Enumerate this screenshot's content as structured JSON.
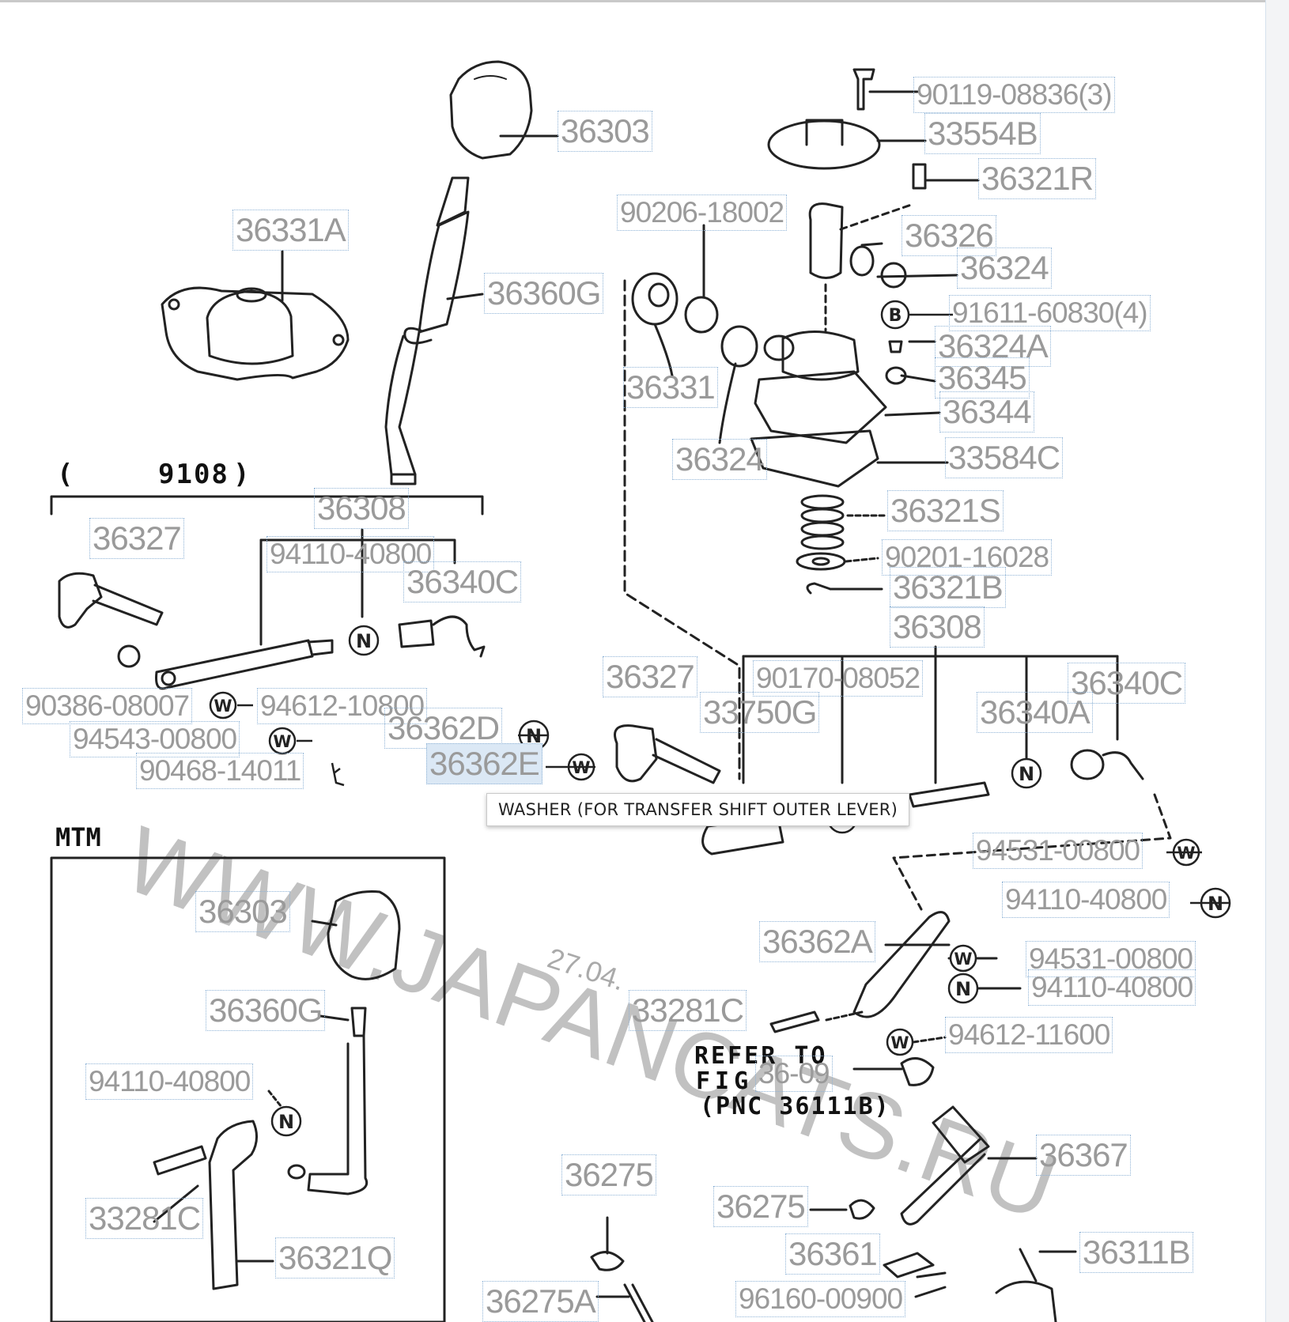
{
  "bracket_label": "9108",
  "section_label": "MTM",
  "refer_note": {
    "line1": "REFER TO",
    "line2": "FIG",
    "line3": "(PNC 36111B)"
  },
  "watermark": "WWW.JAPANCATS.RU",
  "date_stamp": "27.04.",
  "tooltip": "WASHER (FOR TRANSFER SHIFT OUTER LEVER)",
  "parts": [
    {
      "id": "p1",
      "text": "36303"
    },
    {
      "id": "p2",
      "text": "36331A"
    },
    {
      "id": "p3",
      "text": "36360G"
    },
    {
      "id": "p4",
      "text": "90119-08836(3)"
    },
    {
      "id": "p5",
      "text": "33554B"
    },
    {
      "id": "p6",
      "text": "36321R"
    },
    {
      "id": "p7",
      "text": "90206-18002"
    },
    {
      "id": "p8",
      "text": "36326"
    },
    {
      "id": "p9",
      "text": "36324"
    },
    {
      "id": "p10",
      "text": "91611-60830(4)"
    },
    {
      "id": "p11",
      "text": "36324A"
    },
    {
      "id": "p12",
      "text": "36331"
    },
    {
      "id": "p13",
      "text": "36345"
    },
    {
      "id": "p14",
      "text": "36344"
    },
    {
      "id": "p15",
      "text": "36324"
    },
    {
      "id": "p16",
      "text": "33584C"
    },
    {
      "id": "p17",
      "text": "36308"
    },
    {
      "id": "p18",
      "text": "36321S"
    },
    {
      "id": "p19",
      "text": "36327"
    },
    {
      "id": "p20",
      "text": "94110-40800"
    },
    {
      "id": "p21",
      "text": "90201-16028"
    },
    {
      "id": "p22",
      "text": "36340C"
    },
    {
      "id": "p23",
      "text": "36321B"
    },
    {
      "id": "p24",
      "text": "36308"
    },
    {
      "id": "p25",
      "text": "36327"
    },
    {
      "id": "p26",
      "text": "90170-08052"
    },
    {
      "id": "p27",
      "text": "36340C"
    },
    {
      "id": "p28",
      "text": "90386-08007"
    },
    {
      "id": "p29",
      "text": "94612-10800"
    },
    {
      "id": "p30",
      "text": "33750G"
    },
    {
      "id": "p31",
      "text": "36340A"
    },
    {
      "id": "p32",
      "text": "36362D"
    },
    {
      "id": "p33",
      "text": "94543-00800"
    },
    {
      "id": "p34",
      "text": "90468-14011"
    },
    {
      "id": "p35",
      "text": "36362E"
    },
    {
      "id": "p36",
      "text": "94531-00800"
    },
    {
      "id": "p37",
      "text": "94110-40800"
    },
    {
      "id": "p38",
      "text": "36303"
    },
    {
      "id": "p39",
      "text": "36362A"
    },
    {
      "id": "p40",
      "text": "94531-00800"
    },
    {
      "id": "p41",
      "text": "94110-40800"
    },
    {
      "id": "p42",
      "text": "36360G"
    },
    {
      "id": "p43",
      "text": "33281C"
    },
    {
      "id": "p44",
      "text": "94612-11600"
    },
    {
      "id": "p45",
      "text": "94110-40800"
    },
    {
      "id": "p46",
      "text": "36-09"
    },
    {
      "id": "p47",
      "text": "36367"
    },
    {
      "id": "p48",
      "text": "33281C"
    },
    {
      "id": "p49",
      "text": "36275"
    },
    {
      "id": "p50",
      "text": "36275"
    },
    {
      "id": "p51",
      "text": "36321Q"
    },
    {
      "id": "p52",
      "text": "36361"
    },
    {
      "id": "p53",
      "text": "36311B"
    },
    {
      "id": "p54",
      "text": "36275A"
    },
    {
      "id": "p55",
      "text": "96160-00900"
    }
  ]
}
